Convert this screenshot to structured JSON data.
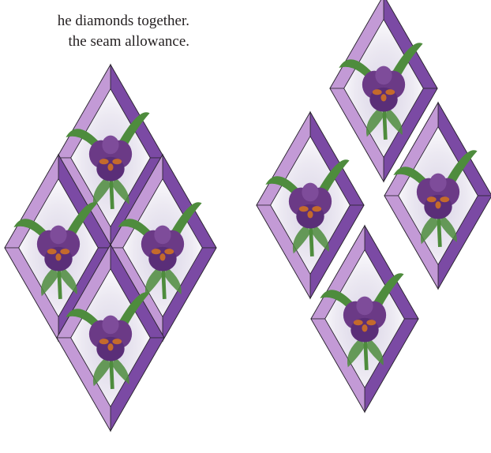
{
  "instructions": {
    "line1": "he diamonds together.",
    "line2": "the seam allowance."
  },
  "illustrations": {
    "left": {
      "description": "four diamond blocks sewn together"
    },
    "right": {
      "description": "four diamond blocks separated"
    }
  },
  "colors": {
    "frame_light": "#c39ad6",
    "frame_dark": "#7b4aa4",
    "background_white": "#ffffff",
    "flower_purple": "#6b3a86",
    "flower_orange": "#c46a2c",
    "leaf_green": "#4e8c3d",
    "mist": "#e8e6ee",
    "outline": "#2b2530"
  }
}
